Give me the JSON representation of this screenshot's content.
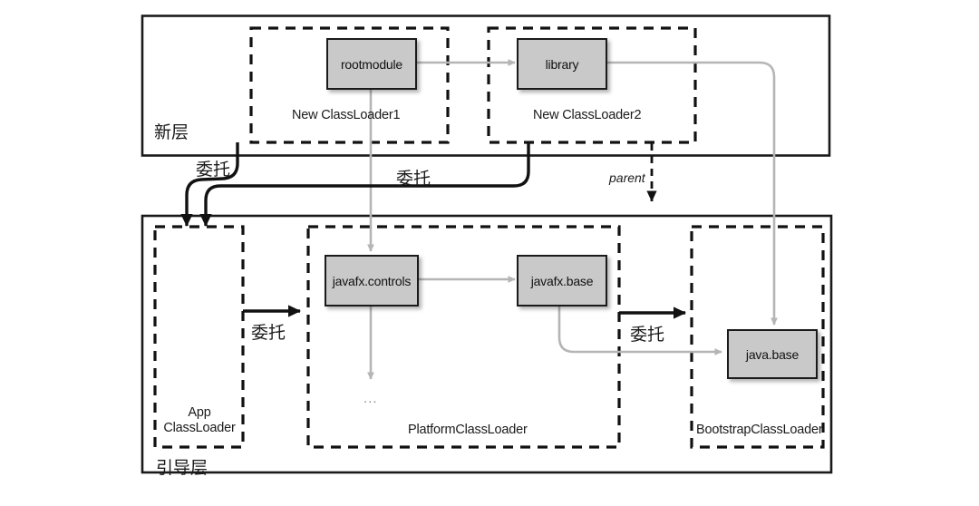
{
  "diagram": {
    "title": "Java 9 module class loader delegation diagram",
    "colors": {
      "module_fill": "#c9c9c9",
      "module_border": "#1a1a1a",
      "gray_arrow": "#b5b5b5",
      "black_arrow": "#111111",
      "solid_layer_border": "#1a1a1a",
      "dashed_loader_border": "#111111"
    },
    "layers": [
      {
        "id": "new-layer",
        "label": "新层"
      },
      {
        "id": "boot-layer",
        "label": "引导层"
      }
    ],
    "classloaders": [
      {
        "id": "new-classloader-1",
        "label": "New ClassLoader1",
        "layer": "new-layer"
      },
      {
        "id": "new-classloader-2",
        "label": "New ClassLoader2",
        "layer": "new-layer"
      },
      {
        "id": "app-classloader",
        "label": "App\nClassLoader",
        "label_line1": "App",
        "label_line2": "ClassLoader",
        "layer": "boot-layer"
      },
      {
        "id": "platform-classloader",
        "label": "PlatformClassLoader",
        "layer": "boot-layer"
      },
      {
        "id": "bootstrap-classloader",
        "label": "BootstrapClassLoader",
        "layer": "boot-layer"
      }
    ],
    "modules": [
      {
        "id": "rootmodule",
        "label": "rootmodule",
        "loader": "new-classloader-1"
      },
      {
        "id": "library",
        "label": "library",
        "loader": "new-classloader-2"
      },
      {
        "id": "javafx-controls",
        "label": "javafx.controls",
        "loader": "platform-classloader"
      },
      {
        "id": "javafx-base",
        "label": "javafx.base",
        "loader": "platform-classloader"
      },
      {
        "id": "java-base",
        "label": "java.base",
        "loader": "bootstrap-classloader"
      },
      {
        "id": "more-modules",
        "label": "...",
        "loader": "platform-classloader"
      }
    ],
    "edge_labels": {
      "delegate": "委托",
      "parent": "parent"
    },
    "edges": [
      {
        "from": "rootmodule",
        "to": "library",
        "style": "gray-solid",
        "label": ""
      },
      {
        "from": "rootmodule",
        "to": "javafx-controls",
        "style": "gray-solid",
        "label": ""
      },
      {
        "from": "library",
        "to": "java-base",
        "style": "gray-solid",
        "label": ""
      },
      {
        "from": "javafx-controls",
        "to": "javafx-base",
        "style": "gray-solid",
        "label": ""
      },
      {
        "from": "javafx-controls",
        "to": "more-modules",
        "style": "gray-solid",
        "label": ""
      },
      {
        "from": "javafx-base",
        "to": "java-base",
        "style": "gray-solid",
        "label": ""
      },
      {
        "from": "new-classloader-1",
        "to": "app-classloader",
        "style": "black-solid",
        "label": "委托"
      },
      {
        "from": "new-classloader-2",
        "to": "app-classloader",
        "style": "black-solid",
        "label": "委托"
      },
      {
        "from": "app-classloader",
        "to": "platform-classloader",
        "style": "black-solid",
        "label": "委托"
      },
      {
        "from": "platform-classloader",
        "to": "bootstrap-classloader",
        "style": "black-solid",
        "label": "委托"
      },
      {
        "from": "new-layer",
        "to": "boot-layer",
        "style": "black-dashed",
        "label": "parent"
      }
    ],
    "delegate_label_1": "委托",
    "delegate_label_2": "委托",
    "delegate_label_3": "委托",
    "delegate_label_4": "委托"
  }
}
